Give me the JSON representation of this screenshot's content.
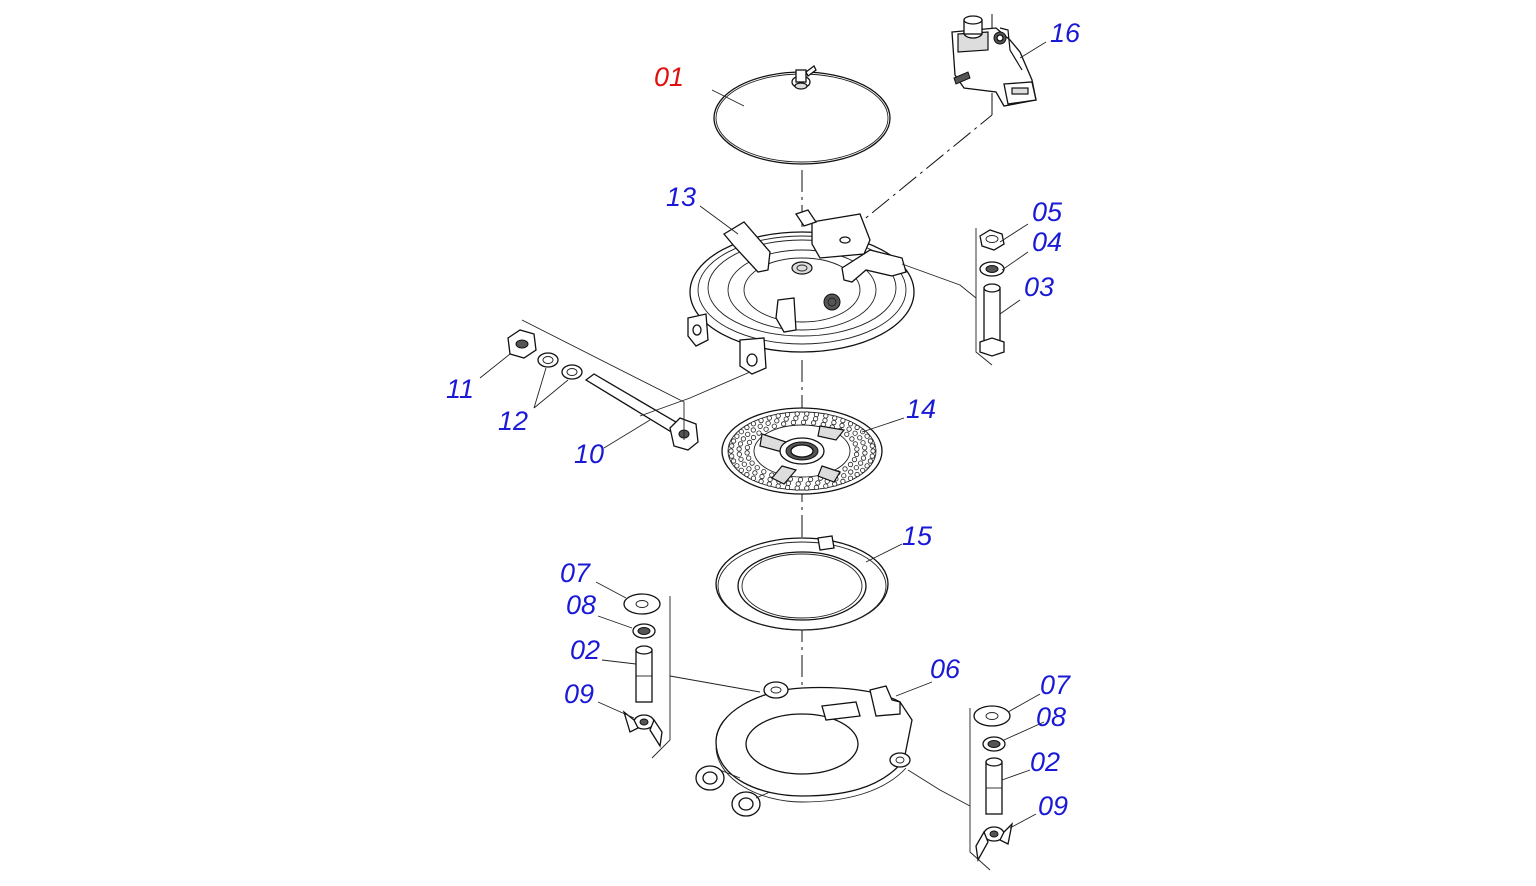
{
  "colors": {
    "label_default": "#1a1ad6",
    "label_highlight": "#e01010",
    "line": "#111111"
  },
  "labels": {
    "p01": "01",
    "p16": "16",
    "p13": "13",
    "p05": "05",
    "p04": "04",
    "p03": "03",
    "p11": "11",
    "p12": "12",
    "p10": "10",
    "p14": "14",
    "p15": "15",
    "p07a": "07",
    "p08a": "08",
    "p02a": "02",
    "p09a": "09",
    "p06": "06",
    "p07b": "07",
    "p08b": "08",
    "p02b": "02",
    "p09b": "09"
  }
}
